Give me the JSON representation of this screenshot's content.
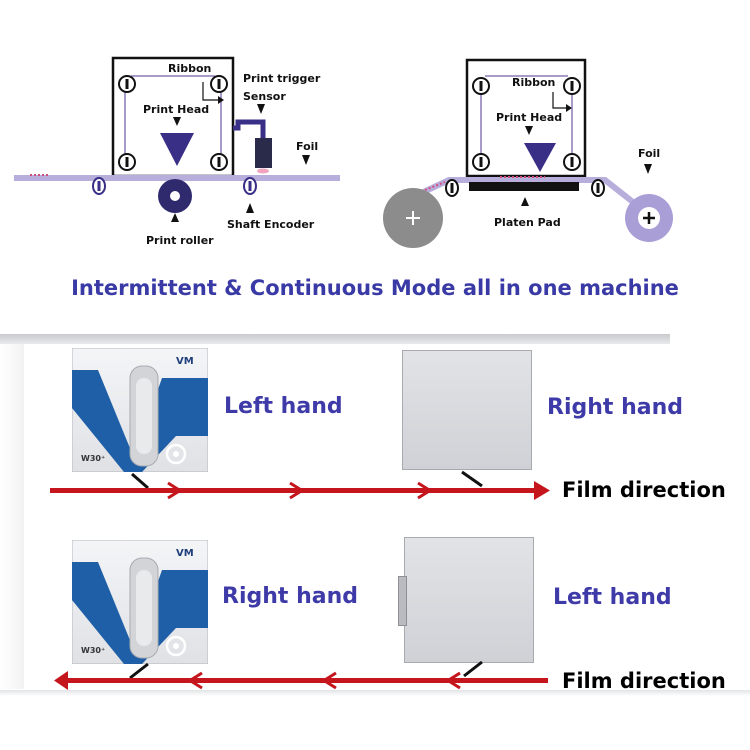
{
  "colors": {
    "accent_blue": "#3e3aa8",
    "diagram_purple": "#3a2f86",
    "arrow_red": "#c4161c",
    "frame_gray": "#d9dadd"
  },
  "diagram_intermittent": {
    "ribbon": "Ribbon",
    "print_head": "Print Head",
    "print_trigger": "Print trigger",
    "sensor": "Sensor",
    "foil": "Foil",
    "shaft_encoder": "Shaft Encoder",
    "print_roller": "Print roller"
  },
  "diagram_continuous": {
    "ribbon": "Ribbon",
    "print_head": "Print Head",
    "foil": "Foil",
    "platen_pad": "Platen Pad"
  },
  "headline": "Intermittent & Continuous Mode all in one machine",
  "row1": {
    "machine_brand": "VM",
    "machine_model": "W30⁺",
    "label_left": "Left hand",
    "label_right": "Right hand",
    "film_label": "Film direction",
    "arrow_direction": "right"
  },
  "row2": {
    "machine_brand": "VM",
    "machine_model": "W30⁺",
    "label_left": "Right hand",
    "label_right": "Left hand",
    "film_label": "Film direction",
    "arrow_direction": "left"
  }
}
